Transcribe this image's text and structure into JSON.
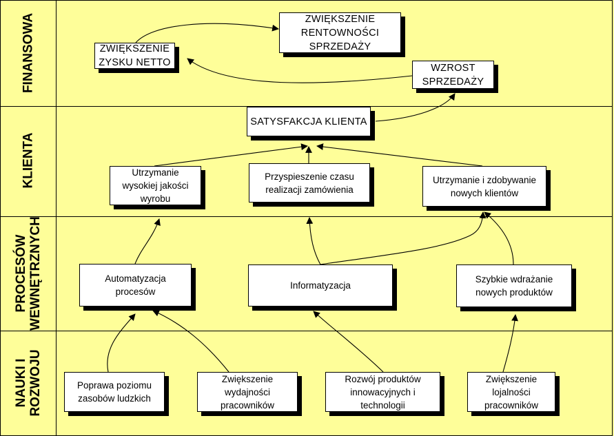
{
  "perspectives": {
    "finansowa": "FINANSOWA",
    "klienta": "KLIENTA",
    "procesow_line1": "PROCESÓW",
    "procesow_line2": "WEWNĘTRZNYCH",
    "nauki_line1": "NAUKI I",
    "nauki_line2": "ROZWOJU"
  },
  "boxes": {
    "rentownosc": "ZWIĘKSZENIE\nRENTOWNOŚCI\nSPRZEDAŻY",
    "zysk": "ZWIĘKSZENIE\nZYSKU NETTO",
    "wzrost": "WZROST\nSPRZEDAŻY",
    "satysfakcja": "SATYSFAKCJA KLIENTA",
    "jakosc": "Utrzymanie\nwysokiej jakości\nwyrobu",
    "przyspieszenie": "Przyspieszenie czasu\nrealizacji zamówienia",
    "klienci": "Utrzymanie i zdobywanie\nnowych klientów",
    "automatyzacja": "Automatyzacja\nprocesów",
    "informatyzacja": "Informatyzacja",
    "wdrazanie": "Szybkie wdrażanie\nnowych produktów",
    "poprawa": "Poprawa poziomu\nzasobów ludzkich",
    "wydajnosc": "Zwiększenie\nwydajności\npracowników",
    "rozwoj": "Rozwój produktów\ninnowacyjnych i\ntechnologii",
    "lojalnosc": "Zwiększenie\nlojalności\npracowników"
  }
}
